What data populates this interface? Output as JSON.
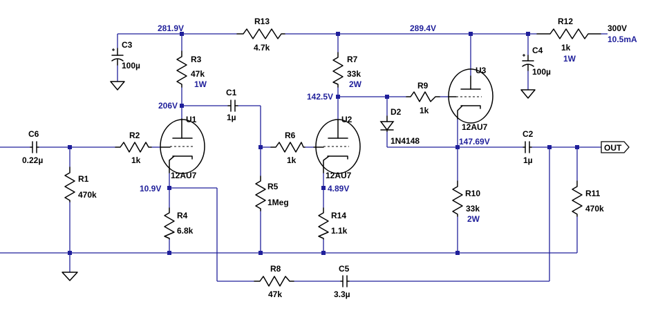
{
  "components": {
    "R1": {
      "ref": "R1",
      "value": "470k"
    },
    "R2": {
      "ref": "R2",
      "value": "1k"
    },
    "R3": {
      "ref": "R3",
      "value": "47k",
      "rating": "1W"
    },
    "R4": {
      "ref": "R4",
      "value": "6.8k"
    },
    "R5": {
      "ref": "R5",
      "value": "1Meg"
    },
    "R6": {
      "ref": "R6",
      "value": "1k"
    },
    "R7": {
      "ref": "R7",
      "value": "33k",
      "rating": "2W"
    },
    "R8": {
      "ref": "R8",
      "value": "47k"
    },
    "R9": {
      "ref": "R9",
      "value": "1k"
    },
    "R10": {
      "ref": "R10",
      "value": "33k",
      "rating": "2W"
    },
    "R11": {
      "ref": "R11",
      "value": "470k"
    },
    "R12": {
      "ref": "R12",
      "value": "1k",
      "rating": "1W"
    },
    "R13": {
      "ref": "R13",
      "value": "4.7k"
    },
    "R14": {
      "ref": "R14",
      "value": "1.1k"
    },
    "C1": {
      "ref": "C1",
      "value": "1µ"
    },
    "C2": {
      "ref": "C2",
      "value": "1µ"
    },
    "C3": {
      "ref": "C3",
      "value": "100µ"
    },
    "C4": {
      "ref": "C4",
      "value": "100µ"
    },
    "C5": {
      "ref": "C5",
      "value": "3.3µ"
    },
    "C6": {
      "ref": "C6",
      "value": "0.22µ"
    },
    "D2": {
      "ref": "D2",
      "value": "1N4148"
    },
    "U1": {
      "ref": "U1",
      "value": "12AU7"
    },
    "U2": {
      "ref": "U2",
      "value": "12AU7"
    },
    "U3": {
      "ref": "U3",
      "value": "12AU7"
    }
  },
  "voltages": {
    "v_281_9": "281.9V",
    "v_289_4": "289.4V",
    "v_206": "206V",
    "v_142_5": "142.5V",
    "v_10_9": "10.9V",
    "v_4_89": "4.89V",
    "v_147_69": "147.69V"
  },
  "supply": {
    "voltage": "300V",
    "current": "10.5mA"
  },
  "output_port": {
    "label": "OUT"
  },
  "colors": {
    "wire": "#1f1f9a",
    "component": "#000000",
    "annotation": "#1f1f9a",
    "background": "#ffffff"
  }
}
